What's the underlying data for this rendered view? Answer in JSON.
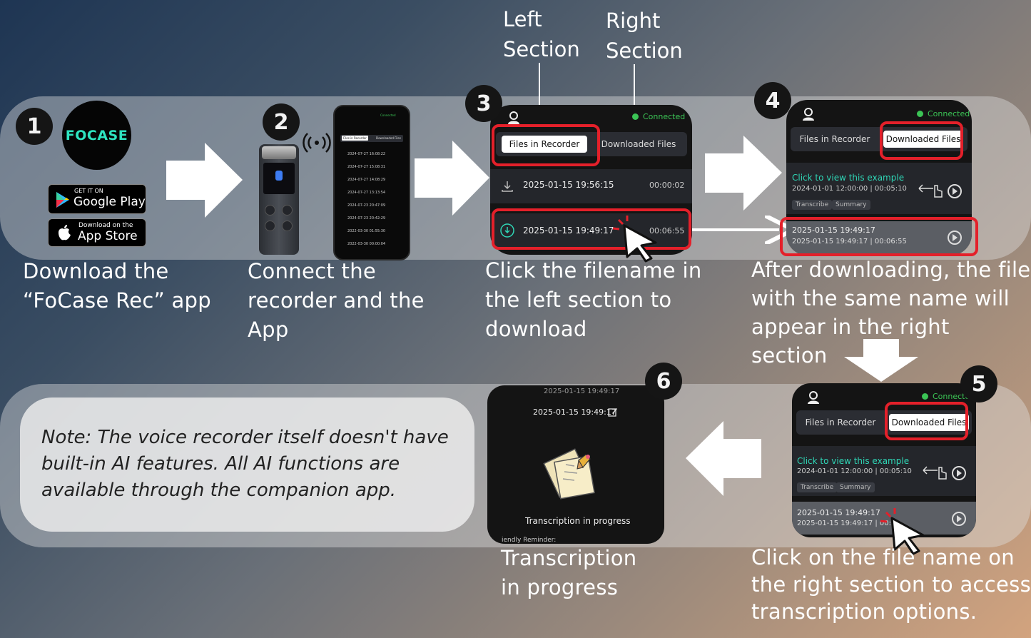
{
  "annotations": {
    "left_section": "Left\nSection",
    "right_section": "Right\nSection"
  },
  "steps": [
    {
      "badge": "1",
      "caption": "Download the\n“FoCase Rec” app"
    },
    {
      "badge": "2",
      "caption": "Connect the\nrecorder and the\nApp"
    },
    {
      "badge": "3",
      "caption": "Click the filename in\nthe left section to\ndownload"
    },
    {
      "badge": "4",
      "caption": "After downloading, the file\nwith the same name will\nappear in the right section"
    },
    {
      "badge": "5",
      "caption": "Click on the file name on\nthe right section to access\ntranscription options."
    },
    {
      "badge": "6",
      "caption": "Transcription\nin progress"
    }
  ],
  "logo": {
    "text": "FOCASE"
  },
  "stores": {
    "google": {
      "small": "GET IT ON",
      "big": "Google Play"
    },
    "apple": {
      "small": "Download on the",
      "big": "App Store"
    }
  },
  "phone2": {
    "status": "Connected",
    "tabs": [
      "Files in Recorder",
      "Downloaded Files"
    ],
    "files": [
      "2024-07-27 16:08:22",
      "2024-07-27 15:08:31",
      "2024-07-27 14:08:29",
      "2024-07-27 13:13:54",
      "2024-07-23 20:47:09",
      "2024-07-23 20:42:29",
      "2022-03-30 01:55:30",
      "2022-03-30 00:00:04"
    ]
  },
  "app": {
    "status": "Connected",
    "tab_left": "Files in Recorder",
    "tab_right": "Downloaded Files",
    "file_a": "2025-01-15 19:56:15",
    "dur_a": "00:00:02",
    "file_b": "2025-01-15 19:49:17",
    "dur_b": "00:06:55",
    "example_title": "Click to view this example",
    "example_meta": "2024-01-01 12:00:00 | 00:05:10",
    "chip_transcribe": "Transcribe",
    "chip_summary": "Summary",
    "dl_meta": "2025-01-15 19:49:17 | 00:06:55",
    "dl_meta_trunc": "2025-01-15 19:49:17 | 00:0"
  },
  "phone6": {
    "top_small": "2025-01-15 19:49:17",
    "title": "2025-01-15 19:49:17",
    "progress": "Transcription in progress",
    "reminder": "iendly Reminder:"
  },
  "step5_status": "Connecte",
  "note": "Note: The voice recorder itself doesn't have built-in AI features. All AI functions are available through the companion app."
}
